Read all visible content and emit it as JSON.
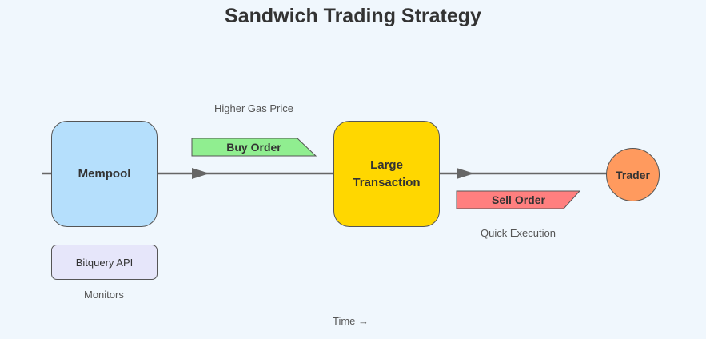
{
  "title": "Sandwich Trading Strategy",
  "nodes": {
    "mempool": "Mempool",
    "large_transaction": "Large Transaction",
    "trader": "Trader",
    "bitquery": "Bitquery API"
  },
  "orders": {
    "buy": "Buy Order",
    "sell": "Sell Order"
  },
  "captions": {
    "higher_gas": "Higher Gas Price",
    "quick_execution": "Quick Execution",
    "monitors": "Monitors",
    "time": "Time →"
  },
  "colors": {
    "background": "#f0f7fd",
    "mempool": "#b5dffc",
    "large_transaction": "#ffd700",
    "trader": "#ff9a5e",
    "bitquery": "#e6e6fa",
    "buy_order": "#90ee90",
    "sell_order": "#ff7f7f",
    "arrow": "#666666"
  }
}
